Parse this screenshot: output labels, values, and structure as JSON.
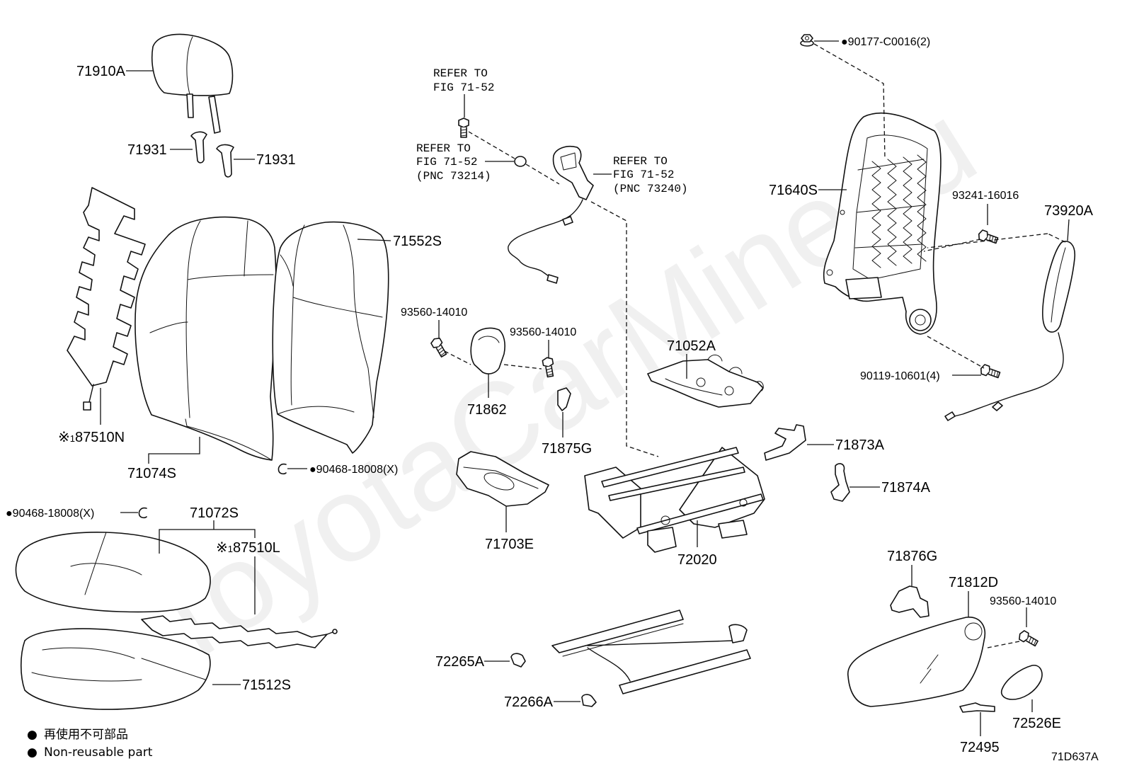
{
  "diagram_code": "71D637A",
  "watermark": "ToyotaCarMine.ru",
  "legend": {
    "bullet": "●",
    "jp": "再使用不可部品",
    "en": "Non-reusable part"
  },
  "references": {
    "bolt_top": [
      "REFER TO",
      "FIG 71-52"
    ],
    "washer": [
      "REFER TO",
      "FIG 71-52",
      "(PNC 73214)"
    ],
    "buckle": [
      "REFER TO",
      "FIG 71-52",
      "(PNC 73240)"
    ]
  },
  "labels": {
    "headrest": "71910A",
    "headrest_guide_left": "71931",
    "headrest_guide_right": "71931",
    "seatback_pad": "71552S",
    "seatback_cover": "71074S",
    "seatback_heater": {
      "mark": "※",
      "note": "1",
      "code": "87510N"
    },
    "seatback_hog_ring": "●90468-18008(X)",
    "seatback_frame": "71640S",
    "frame_nut": "●90177-C0016(2)",
    "frame_bolt_upper": "93241-16016",
    "frame_bolt_lower": "90119-10601(4)",
    "side_airbag": "73920A",
    "recliner_bolt_left": "93560-14010",
    "recliner_bolt_right": "93560-14010",
    "recliner_cover": "71862",
    "bracket_71875g": "71875G",
    "spring_plate": "71052A",
    "cushion_frame": "72020",
    "cushion_pan": "71703E",
    "bracket_71873a": "71873A",
    "bracket_71874a": "71874A",
    "cushion_hog_ring": "●90468-18008(X)",
    "cushion_cover": "71072S",
    "cushion_heater": {
      "mark": "※",
      "note": "1",
      "code": "87510L"
    },
    "cushion_pad": "71512S",
    "track_clip_a": "72265A",
    "track_clip_b": "72266A",
    "bracket_71876g": "71876G",
    "side_shield": "71812D",
    "shield_screw": "93560-14010",
    "knob": "72526E",
    "lever": "72495"
  }
}
